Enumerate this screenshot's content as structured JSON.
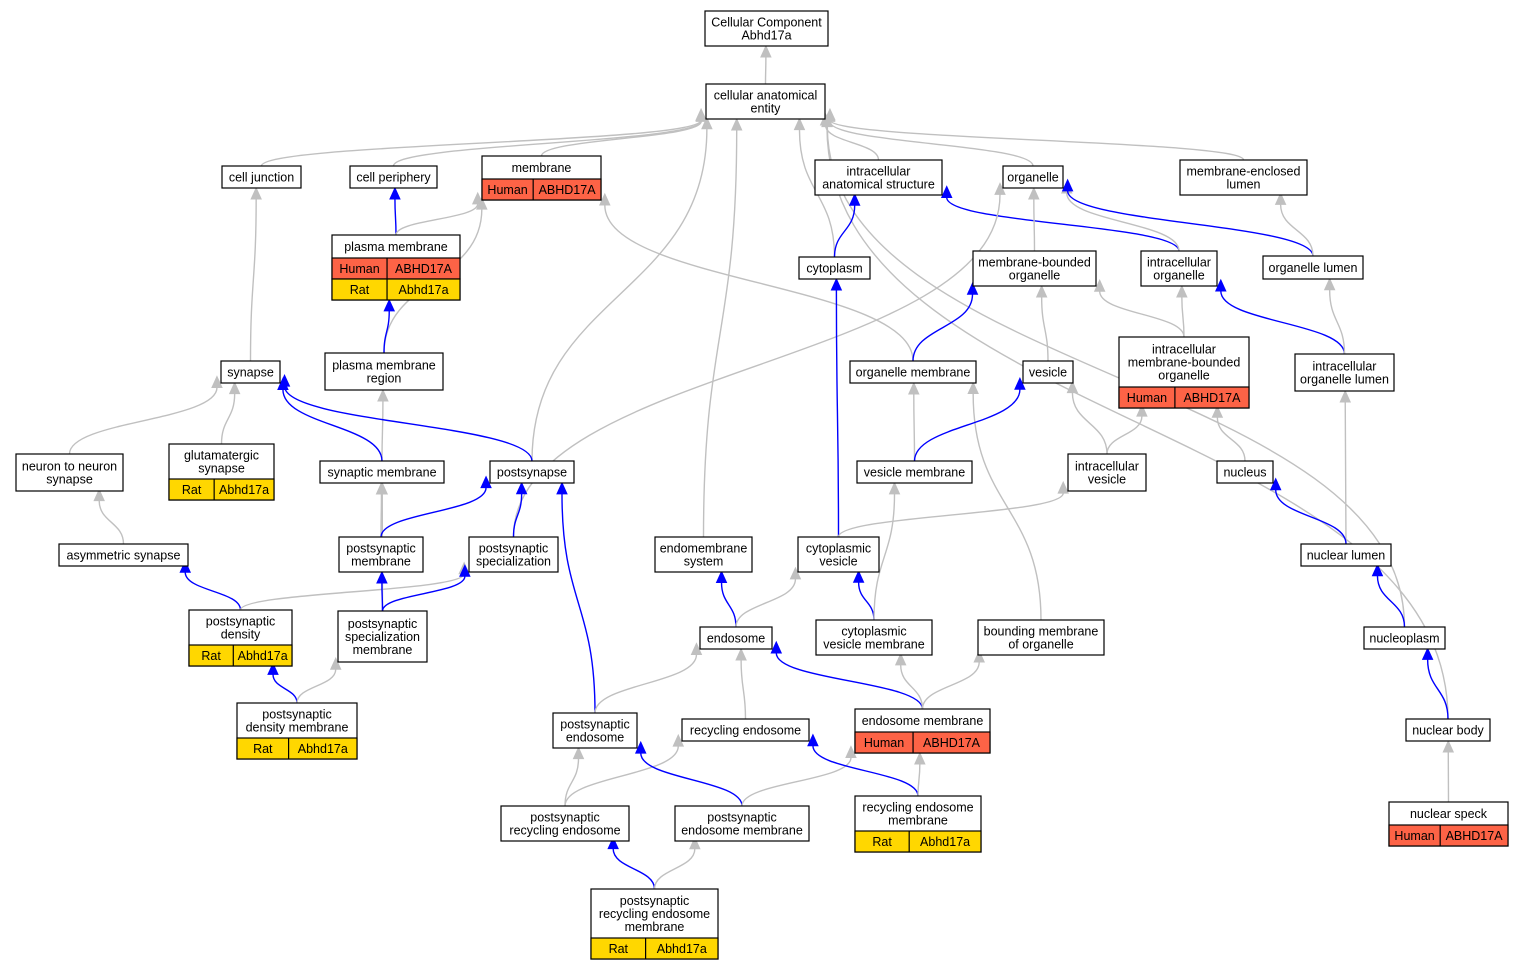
{
  "colors": {
    "is_a": "#c0c0c0",
    "part_of": "#0000ff",
    "human": "#fd6346",
    "rat": "#ffd700"
  },
  "nodes": {
    "root": {
      "lines": [
        "Cellular Component",
        "Abhd17a"
      ]
    },
    "cae": {
      "lines": [
        "cellular anatomical",
        "entity"
      ]
    },
    "cell_junction": {
      "lines": [
        "cell junction"
      ]
    },
    "cell_periphery": {
      "lines": [
        "cell periphery"
      ]
    },
    "membrane": {
      "lines": [
        "membrane"
      ],
      "annotations": [
        {
          "species": "Human",
          "gene": "ABHD17A"
        }
      ]
    },
    "ias": {
      "lines": [
        "intracellular",
        "anatomical structure"
      ]
    },
    "organelle": {
      "lines": [
        "organelle"
      ]
    },
    "mel": {
      "lines": [
        "membrane-enclosed",
        "lumen"
      ]
    },
    "plasma_membrane": {
      "lines": [
        "plasma membrane"
      ],
      "annotations": [
        {
          "species": "Human",
          "gene": "ABHD17A"
        },
        {
          "species": "Rat",
          "gene": "Abhd17a"
        }
      ]
    },
    "cytoplasm": {
      "lines": [
        "cytoplasm"
      ]
    },
    "mbo": {
      "lines": [
        "membrane-bounded",
        "organelle"
      ]
    },
    "io": {
      "lines": [
        "intracellular",
        "organelle"
      ]
    },
    "organelle_lumen": {
      "lines": [
        "organelle lumen"
      ]
    },
    "synapse": {
      "lines": [
        "synapse"
      ]
    },
    "pmr": {
      "lines": [
        "plasma membrane",
        "region"
      ]
    },
    "organelle_membrane": {
      "lines": [
        "organelle membrane"
      ]
    },
    "vesicle": {
      "lines": [
        "vesicle"
      ]
    },
    "imbo": {
      "lines": [
        "intracellular",
        "membrane-bounded",
        "organelle"
      ],
      "annotations": [
        {
          "species": "Human",
          "gene": "ABHD17A"
        }
      ]
    },
    "iol": {
      "lines": [
        "intracellular",
        "organelle lumen"
      ]
    },
    "n2n": {
      "lines": [
        "neuron to neuron",
        "synapse"
      ]
    },
    "glut": {
      "lines": [
        "glutamatergic",
        "synapse"
      ],
      "annotations": [
        {
          "species": "Rat",
          "gene": "Abhd17a"
        }
      ]
    },
    "syn_mem": {
      "lines": [
        "synaptic membrane"
      ]
    },
    "postsynapse": {
      "lines": [
        "postsynapse"
      ]
    },
    "ves_mem": {
      "lines": [
        "vesicle membrane"
      ]
    },
    "iv": {
      "lines": [
        "intracellular",
        "vesicle"
      ]
    },
    "nucleus": {
      "lines": [
        "nucleus"
      ]
    },
    "asym": {
      "lines": [
        "asymmetric synapse"
      ]
    },
    "ps_mem": {
      "lines": [
        "postsynaptic",
        "membrane"
      ]
    },
    "ps_spec": {
      "lines": [
        "postsynaptic",
        "specialization"
      ]
    },
    "endomem": {
      "lines": [
        "endomembrane",
        "system"
      ]
    },
    "cyt_ves": {
      "lines": [
        "cytoplasmic",
        "vesicle"
      ]
    },
    "nuc_lumen": {
      "lines": [
        "nuclear lumen"
      ]
    },
    "psd": {
      "lines": [
        "postsynaptic",
        "density"
      ],
      "annotations": [
        {
          "species": "Rat",
          "gene": "Abhd17a"
        }
      ]
    },
    "pss_mem": {
      "lines": [
        "postsynaptic",
        "specialization",
        "membrane"
      ]
    },
    "endosome": {
      "lines": [
        "endosome"
      ]
    },
    "cvm": {
      "lines": [
        "cytoplasmic",
        "vesicle membrane"
      ]
    },
    "bmo": {
      "lines": [
        "bounding membrane",
        "of organelle"
      ]
    },
    "nucleoplasm": {
      "lines": [
        "nucleoplasm"
      ]
    },
    "psdm": {
      "lines": [
        "postsynaptic",
        "density membrane"
      ],
      "annotations": [
        {
          "species": "Rat",
          "gene": "Abhd17a"
        }
      ]
    },
    "ps_endo": {
      "lines": [
        "postsynaptic",
        "endosome"
      ]
    },
    "rec_endo": {
      "lines": [
        "recycling endosome"
      ]
    },
    "endo_mem": {
      "lines": [
        "endosome membrane"
      ],
      "annotations": [
        {
          "species": "Human",
          "gene": "ABHD17A"
        }
      ]
    },
    "nuc_body": {
      "lines": [
        "nuclear body"
      ]
    },
    "psre": {
      "lines": [
        "postsynaptic",
        "recycling endosome"
      ]
    },
    "psem": {
      "lines": [
        "postsynaptic",
        "endosome membrane"
      ]
    },
    "rem": {
      "lines": [
        "recycling endosome",
        "membrane"
      ],
      "annotations": [
        {
          "species": "Rat",
          "gene": "Abhd17a"
        }
      ]
    },
    "nuc_speck": {
      "lines": [
        "nuclear speck"
      ],
      "annotations": [
        {
          "species": "Human",
          "gene": "ABHD17A"
        }
      ]
    },
    "psrem": {
      "lines": [
        "postsynaptic",
        "recycling endosome",
        "membrane"
      ],
      "annotations": [
        {
          "species": "Rat",
          "gene": "Abhd17a"
        }
      ]
    }
  },
  "edges": [
    {
      "from": "cae",
      "to": "root",
      "rel": "is_a"
    },
    {
      "from": "cell_junction",
      "to": "cae",
      "rel": "is_a"
    },
    {
      "from": "cell_periphery",
      "to": "cae",
      "rel": "is_a"
    },
    {
      "from": "membrane",
      "to": "cae",
      "rel": "is_a"
    },
    {
      "from": "ias",
      "to": "cae",
      "rel": "is_a"
    },
    {
      "from": "organelle",
      "to": "cae",
      "rel": "is_a"
    },
    {
      "from": "mel",
      "to": "cae",
      "rel": "is_a"
    },
    {
      "from": "postsynapse",
      "to": "cae",
      "rel": "is_a"
    },
    {
      "from": "endomem",
      "to": "cae",
      "rel": "is_a"
    },
    {
      "from": "cytoplasm",
      "to": "cae",
      "rel": "is_a"
    },
    {
      "from": "nucleoplasm",
      "to": "cae",
      "rel": "is_a"
    },
    {
      "from": "nuc_body",
      "to": "cae",
      "rel": "is_a"
    },
    {
      "from": "plasma_membrane",
      "to": "cell_periphery",
      "rel": "part_of"
    },
    {
      "from": "plasma_membrane",
      "to": "membrane",
      "rel": "is_a"
    },
    {
      "from": "pmr",
      "to": "membrane",
      "rel": "is_a"
    },
    {
      "from": "organelle_membrane",
      "to": "membrane",
      "rel": "is_a"
    },
    {
      "from": "cytoplasm",
      "to": "ias",
      "rel": "part_of"
    },
    {
      "from": "io",
      "to": "ias",
      "rel": "part_of"
    },
    {
      "from": "mbo",
      "to": "organelle",
      "rel": "is_a"
    },
    {
      "from": "io",
      "to": "organelle",
      "rel": "is_a"
    },
    {
      "from": "organelle_lumen",
      "to": "organelle",
      "rel": "part_of"
    },
    {
      "from": "ps_spec",
      "to": "organelle",
      "rel": "is_a"
    },
    {
      "from": "organelle_lumen",
      "to": "mel",
      "rel": "is_a"
    },
    {
      "from": "pmr",
      "to": "plasma_membrane",
      "rel": "part_of"
    },
    {
      "from": "cyt_ves",
      "to": "cytoplasm",
      "rel": "part_of"
    },
    {
      "from": "organelle_membrane",
      "to": "mbo",
      "rel": "part_of"
    },
    {
      "from": "vesicle",
      "to": "mbo",
      "rel": "is_a"
    },
    {
      "from": "imbo",
      "to": "mbo",
      "rel": "is_a"
    },
    {
      "from": "imbo",
      "to": "io",
      "rel": "is_a"
    },
    {
      "from": "iol",
      "to": "io",
      "rel": "part_of"
    },
    {
      "from": "iol",
      "to": "organelle_lumen",
      "rel": "is_a"
    },
    {
      "from": "synapse",
      "to": "cell_junction",
      "rel": "is_a"
    },
    {
      "from": "syn_mem",
      "to": "pmr",
      "rel": "is_a"
    },
    {
      "from": "ves_mem",
      "to": "organelle_membrane",
      "rel": "is_a"
    },
    {
      "from": "bmo",
      "to": "organelle_membrane",
      "rel": "is_a"
    },
    {
      "from": "ves_mem",
      "to": "vesicle",
      "rel": "part_of"
    },
    {
      "from": "iv",
      "to": "vesicle",
      "rel": "is_a"
    },
    {
      "from": "iv",
      "to": "imbo",
      "rel": "is_a"
    },
    {
      "from": "nucleus",
      "to": "imbo",
      "rel": "is_a"
    },
    {
      "from": "nuc_lumen",
      "to": "iol",
      "rel": "is_a"
    },
    {
      "from": "n2n",
      "to": "synapse",
      "rel": "is_a"
    },
    {
      "from": "glut",
      "to": "synapse",
      "rel": "is_a"
    },
    {
      "from": "syn_mem",
      "to": "synapse",
      "rel": "part_of"
    },
    {
      "from": "postsynapse",
      "to": "synapse",
      "rel": "part_of"
    },
    {
      "from": "ps_mem",
      "to": "syn_mem",
      "rel": "is_a"
    },
    {
      "from": "pss_mem",
      "to": "syn_mem",
      "rel": "is_a"
    },
    {
      "from": "ps_mem",
      "to": "postsynapse",
      "rel": "part_of"
    },
    {
      "from": "ps_spec",
      "to": "postsynapse",
      "rel": "part_of"
    },
    {
      "from": "ps_endo",
      "to": "postsynapse",
      "rel": "part_of"
    },
    {
      "from": "cyt_ves",
      "to": "iv",
      "rel": "is_a"
    },
    {
      "from": "nuc_lumen",
      "to": "nucleus",
      "rel": "part_of"
    },
    {
      "from": "asym",
      "to": "n2n",
      "rel": "is_a"
    },
    {
      "from": "psd",
      "to": "asym",
      "rel": "part_of"
    },
    {
      "from": "psd",
      "to": "ps_spec",
      "rel": "is_a"
    },
    {
      "from": "pss_mem",
      "to": "ps_mem",
      "rel": "part_of"
    },
    {
      "from": "pss_mem",
      "to": "ps_spec",
      "rel": "part_of"
    },
    {
      "from": "endosome",
      "to": "endomem",
      "rel": "part_of"
    },
    {
      "from": "endosome",
      "to": "cyt_ves",
      "rel": "is_a"
    },
    {
      "from": "cvm",
      "to": "cyt_ves",
      "rel": "part_of"
    },
    {
      "from": "cvm",
      "to": "ves_mem",
      "rel": "is_a"
    },
    {
      "from": "nucleoplasm",
      "to": "nuc_lumen",
      "rel": "part_of"
    },
    {
      "from": "psdm",
      "to": "psd",
      "rel": "part_of"
    },
    {
      "from": "psdm",
      "to": "pss_mem",
      "rel": "is_a"
    },
    {
      "from": "ps_endo",
      "to": "endosome",
      "rel": "is_a"
    },
    {
      "from": "rec_endo",
      "to": "endosome",
      "rel": "is_a"
    },
    {
      "from": "endo_mem",
      "to": "endosome",
      "rel": "part_of"
    },
    {
      "from": "endo_mem",
      "to": "cvm",
      "rel": "is_a"
    },
    {
      "from": "endo_mem",
      "to": "bmo",
      "rel": "is_a"
    },
    {
      "from": "nuc_body",
      "to": "nucleoplasm",
      "rel": "part_of"
    },
    {
      "from": "psre",
      "to": "ps_endo",
      "rel": "is_a"
    },
    {
      "from": "psre",
      "to": "rec_endo",
      "rel": "is_a"
    },
    {
      "from": "psem",
      "to": "ps_endo",
      "rel": "part_of"
    },
    {
      "from": "psem",
      "to": "endo_mem",
      "rel": "is_a"
    },
    {
      "from": "rem",
      "to": "rec_endo",
      "rel": "part_of"
    },
    {
      "from": "rem",
      "to": "endo_mem",
      "rel": "is_a"
    },
    {
      "from": "nuc_speck",
      "to": "nuc_body",
      "rel": "is_a"
    },
    {
      "from": "psrem",
      "to": "psre",
      "rel": "part_of"
    },
    {
      "from": "psrem",
      "to": "psem",
      "rel": "is_a"
    }
  ]
}
